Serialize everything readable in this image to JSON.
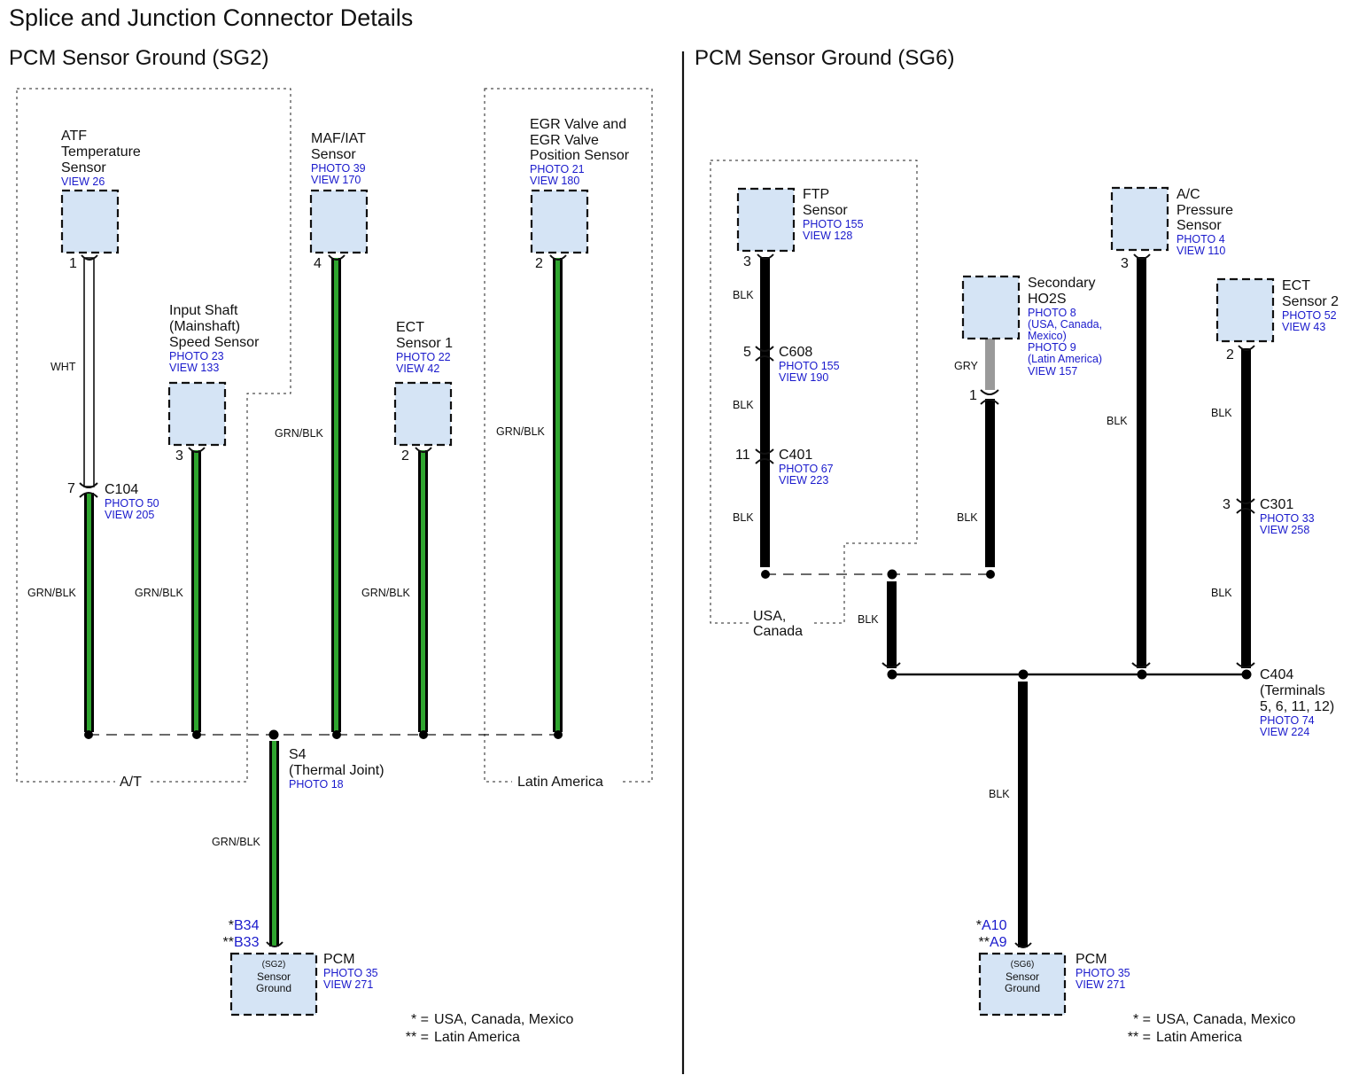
{
  "title": "Splice and Junction Connector Details",
  "left": {
    "heading": "PCM Sensor Ground (SG2)",
    "components": {
      "atf": {
        "name": [
          "ATF",
          "Temperature",
          "Sensor"
        ],
        "refs": [
          "VIEW 26"
        ],
        "pin": "1"
      },
      "input_shaft": {
        "name": [
          "Input Shaft",
          "(Mainshaft)",
          "Speed Sensor"
        ],
        "refs": [
          "PHOTO 23",
          "VIEW 133"
        ],
        "pin": "3"
      },
      "maf": {
        "name": [
          "MAF/IAT",
          "Sensor"
        ],
        "refs": [
          "PHOTO 39",
          "VIEW 170"
        ],
        "pin": "4"
      },
      "ect1": {
        "name": [
          "ECT",
          "Sensor 1"
        ],
        "refs": [
          "PHOTO 22",
          "VIEW 42"
        ],
        "pin": "2"
      },
      "egr": {
        "name": [
          "EGR Valve and",
          "EGR Valve",
          "Position Sensor"
        ],
        "refs": [
          "PHOTO 21",
          "VIEW 180"
        ],
        "pin": "2"
      }
    },
    "connector_c104": {
      "name": "C104",
      "pin": "7",
      "refs": [
        "PHOTO 50",
        "VIEW 205"
      ]
    },
    "splice": {
      "name": [
        "S4",
        "(Thermal Joint)"
      ],
      "refs": [
        "PHOTO 18"
      ]
    },
    "wires": {
      "wht": "WHT",
      "grn_blk": "GRN/BLK"
    },
    "regions": {
      "at": "A/T",
      "latin": "Latin America"
    },
    "pcm": {
      "label": "PCM",
      "refs": [
        "PHOTO 35",
        "VIEW 271"
      ],
      "box_lines": [
        "(SG2)",
        "Sensor",
        "Ground"
      ],
      "pins": [
        {
          "star": "*",
          "pin": "B34"
        },
        {
          "star": "**",
          "pin": "B33"
        }
      ]
    },
    "footnotes": [
      {
        "mark": "* =",
        "text": "USA, Canada, Mexico"
      },
      {
        "mark": "** =",
        "text": "Latin America"
      }
    ]
  },
  "right": {
    "heading": "PCM Sensor Ground (SG6)",
    "components": {
      "ftp": {
        "name": [
          "FTP",
          "Sensor"
        ],
        "refs": [
          "PHOTO 155",
          "VIEW 128"
        ],
        "pin": "3"
      },
      "ho2s": {
        "name": [
          "Secondary",
          "HO2S"
        ],
        "refs": [
          "PHOTO 8",
          "(USA, Canada,",
          "Mexico)",
          "PHOTO 9",
          "(Latin America)",
          "VIEW 157"
        ],
        "pin": "1"
      },
      "ac": {
        "name": [
          "A/C",
          "Pressure",
          "Sensor"
        ],
        "refs": [
          "PHOTO 4",
          "VIEW 110"
        ],
        "pin": "3"
      },
      "ect2": {
        "name": [
          "ECT",
          "Sensor 2"
        ],
        "refs": [
          "PHOTO 52",
          "VIEW 43"
        ],
        "pin": "2"
      }
    },
    "connectors": {
      "c608": {
        "name": "C608",
        "pin": "5",
        "refs": [
          "PHOTO 155",
          "VIEW 190"
        ]
      },
      "c401": {
        "name": "C401",
        "pin": "11",
        "refs": [
          "PHOTO 67",
          "VIEW 223"
        ]
      },
      "c301": {
        "name": "C301",
        "pin": "3",
        "refs": [
          "PHOTO 33",
          "VIEW 258"
        ]
      },
      "c404": {
        "name": [
          "C404",
          "(Terminals",
          "5, 6, 11, 12)"
        ],
        "refs": [
          "PHOTO 74",
          "VIEW 224"
        ]
      }
    },
    "wires": {
      "blk": "BLK",
      "gry": "GRY"
    },
    "regions": {
      "usa": [
        "USA,",
        "Canada"
      ]
    },
    "pcm": {
      "label": "PCM",
      "refs": [
        "PHOTO 35",
        "VIEW 271"
      ],
      "box_lines": [
        "(SG6)",
        "Sensor",
        "Ground"
      ],
      "pins": [
        {
          "star": "*",
          "pin": "A10"
        },
        {
          "star": "**",
          "pin": "A9"
        }
      ]
    },
    "footnotes": [
      {
        "mark": "* =",
        "text": "USA, Canada, Mexico"
      },
      {
        "mark": "** =",
        "text": "Latin America"
      }
    ]
  },
  "colors": {
    "wire_green": "#2fa52f",
    "wire_black": "#000000",
    "wire_gray": "#9a9a9a",
    "box_fill": "#d5e4f5",
    "ref_blue": "#1a1acc"
  }
}
